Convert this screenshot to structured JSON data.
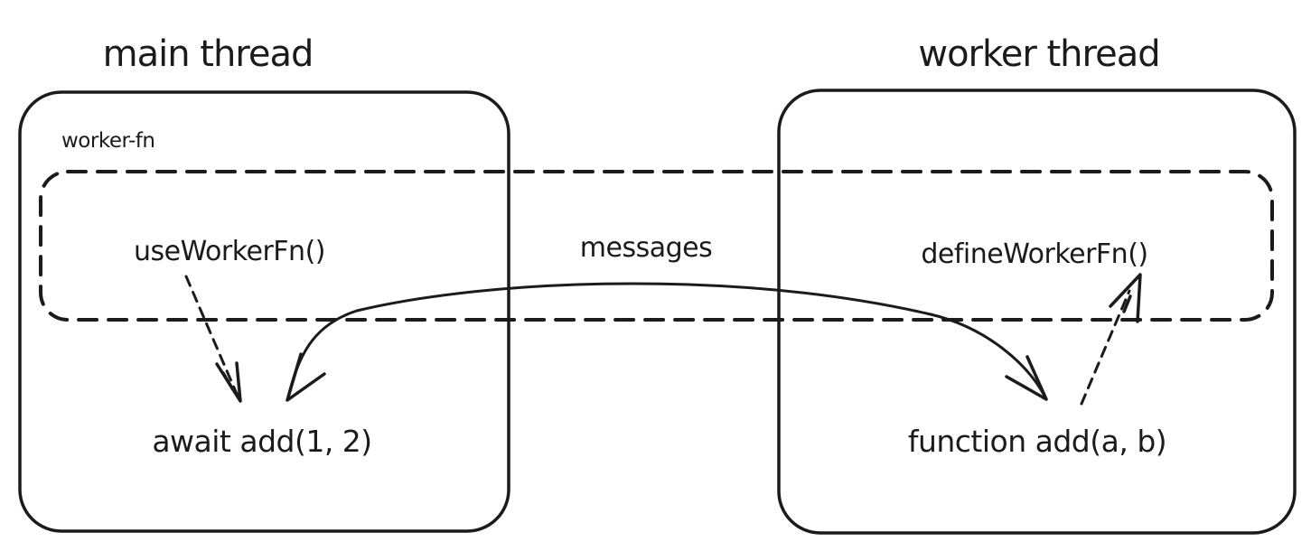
{
  "diagram": {
    "titles": {
      "main_thread": "main thread",
      "worker_thread": "worker thread"
    },
    "group_label": "worker-fn",
    "nodes": {
      "use_worker_fn": "useWorkerFn()",
      "messages": "messages",
      "define_worker_fn": "defineWorkerFn()",
      "await_add": "await add(1, 2)",
      "function_add": "function add(a, b)"
    },
    "colors": {
      "stroke": "#1b1b1d",
      "background": "#ffffff"
    }
  }
}
